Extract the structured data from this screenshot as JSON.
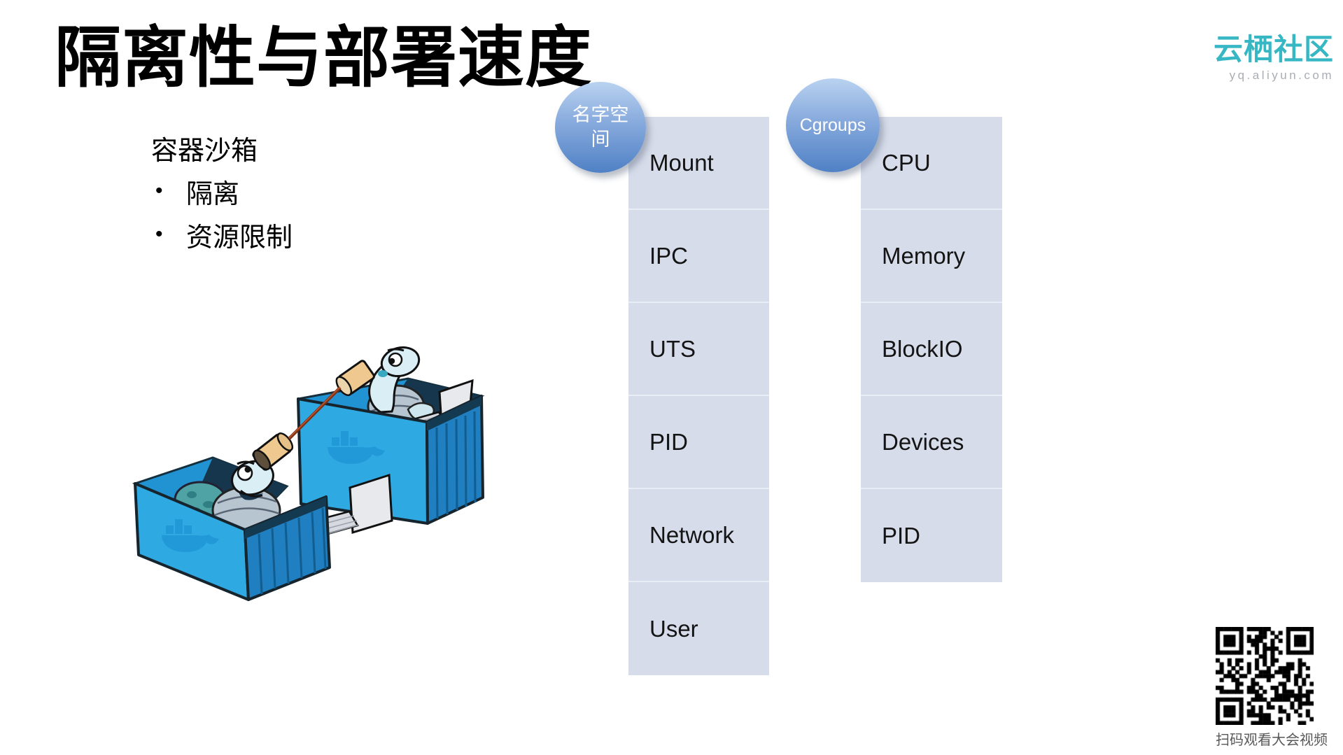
{
  "slide": {
    "title": "隔离性与部署速度"
  },
  "logo": {
    "title": "云栖社区",
    "subtitle": "yq.aliyun.com",
    "color": "#36b7c3"
  },
  "sandbox": {
    "heading": "容器沙箱",
    "bullet_char": "•",
    "bullets": [
      "隔离",
      "资源限制"
    ]
  },
  "namespaces": {
    "badge": "名字空\n间",
    "items": [
      "Mount",
      "IPC",
      "UTS",
      "PID",
      "Network",
      "User"
    ]
  },
  "cgroups": {
    "badge": "Cgroups",
    "items": [
      "CPU",
      "Memory",
      "BlockIO",
      "Devices",
      "PID"
    ]
  },
  "qr": {
    "caption": "扫码观看大会视频"
  },
  "illustration": {
    "name": "turtles-in-docker-containers-tin-can-phone"
  },
  "colors": {
    "badge_gradient_top": "#b9d2f0",
    "badge_gradient_bottom": "#4f81c5",
    "column_bg": "#d6dcea",
    "column_divider": "#e9edf5",
    "container_front": "#2fa9e2",
    "container_side": "#1f7fc0",
    "container_interior_dark": "#16364e",
    "string_brown": "#7a3318",
    "can_tan": "#eec88e"
  }
}
